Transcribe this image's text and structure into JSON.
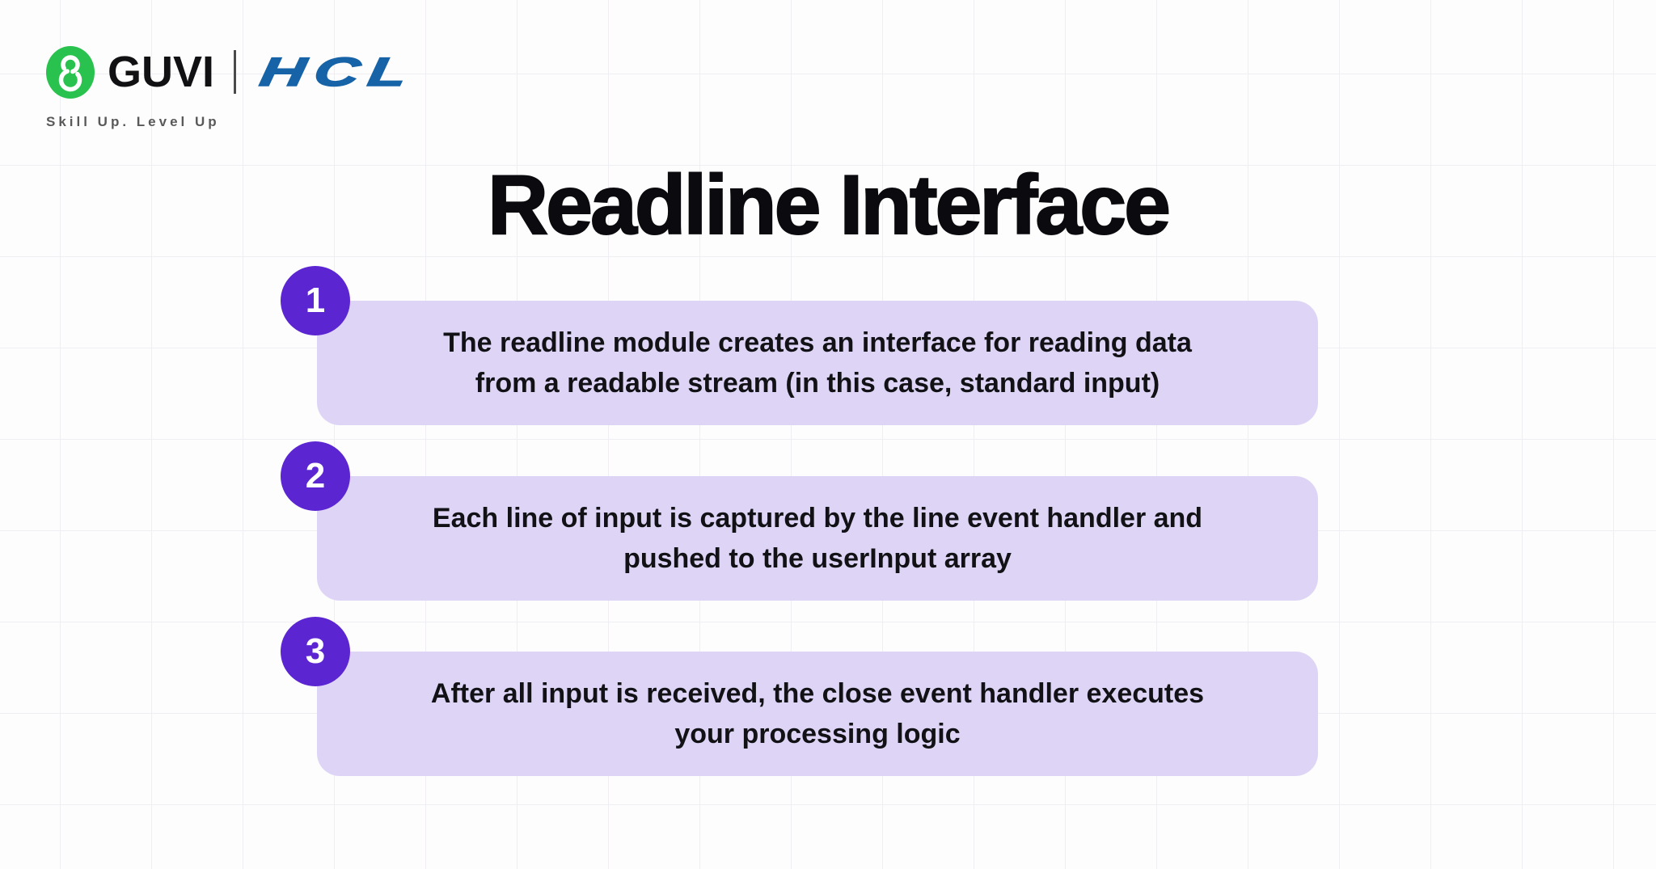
{
  "brand": {
    "guvi_wordmark": "GUVI",
    "hcl_wordmark": "HCL",
    "tagline": "Skill Up. Level Up"
  },
  "title": "Readline Interface",
  "steps": [
    {
      "number": "1",
      "text": "The readline module creates an interface for reading data from a readable stream (in this case, standard input)",
      "lines": [
        "The readline module creates an interface for reading data",
        "from a readable stream (in this case, standard input)"
      ]
    },
    {
      "number": "2",
      "text": "Each line of input is captured by the line event handler and pushed to the userInput array",
      "lines": [
        "Each line of input is captured by the line event handler and",
        "pushed to the userInput array"
      ]
    },
    {
      "number": "3",
      "text": "After all input is received, the close event handler executes your processing logic",
      "lines": [
        "After all input is received, the close event handler executes",
        "your processing logic"
      ]
    }
  ],
  "colors": {
    "guvi_green": "#29c24e",
    "hcl_blue": "#1663a8",
    "badge_purple": "#5c25d2",
    "card_lavender": "#ded5f6",
    "text_dark": "#121216",
    "background": "#fdfdfd",
    "grid_line": "#f0eef3"
  }
}
